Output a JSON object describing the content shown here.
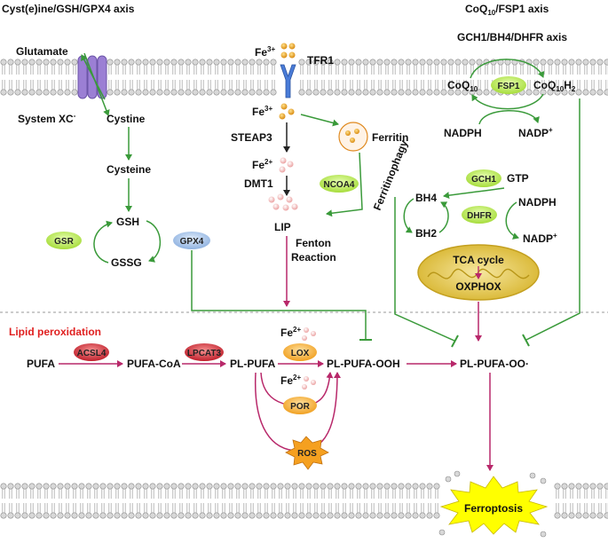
{
  "headings": {
    "left": "Cyst(e)ine/GSH/GPX4 axis",
    "right_main": "CoQ",
    "right_sub": "10",
    "right_tail": "/FSP1 axis",
    "gch1_axis": "GCH1/BH4/DHFR axis"
  },
  "cysteine_axis": {
    "glutamate": "Glutamate",
    "system_xc": "System XC",
    "system_xc_sup": "-",
    "cystine": "Cystine",
    "cysteine": "Cysteine",
    "gsh": "GSH",
    "gssg": "GSSG",
    "gsr": "GSR",
    "gpx4": "GPX4"
  },
  "iron_axis": {
    "fe3": "Fe",
    "fe3_sup": "3+",
    "tfr1": "TFR1",
    "fe3_inside": "Fe",
    "fe3_inside_sup": "3+",
    "steap3": "STEAP3",
    "fe2": "Fe",
    "fe2_sup": "2+",
    "dmt1": "DMT1",
    "lip": "LIP",
    "ferritin": "Ferritin",
    "ncoa4": "NCOA4",
    "ferritinophagy": "Ferritinophagy",
    "fenton_1": "Fenton",
    "fenton_2": "Reaction"
  },
  "coq_axis": {
    "coq10": "CoQ",
    "coq10_sub": "10",
    "fsp1": "FSP1",
    "coq10h2": "CoQ",
    "coq10h2_sub": "10",
    "coq10h2_h": "H",
    "coq10h2_h_sub": "2",
    "nadph": "NADPH",
    "nadp": "NADP",
    "nadp_sup": "+"
  },
  "gch1_axis": {
    "gch1": "GCH1",
    "gtp": "GTP",
    "bh4": "BH4",
    "bh2": "BH2",
    "dhfr": "DHFR",
    "nadph": "NADPH",
    "nadp": "NADP",
    "nadp_sup": "+",
    "tca": "TCA cycle",
    "oxphox": "OXPHOX"
  },
  "lipid": {
    "title": "Lipid peroxidation",
    "pufa": "PUFA",
    "acsl4": "ACSL4",
    "pufa_coa": "PUFA-CoA",
    "lpcat3": "LPCAT3",
    "pl_pufa": "PL-PUFA",
    "fe2_top": "Fe",
    "fe2_top_sup": "2+",
    "lox": "LOX",
    "fe2_mid": "Fe",
    "fe2_mid_sup": "2+",
    "por": "POR",
    "ros": "ROS",
    "pl_pufa_ooh": "PL-PUFA-OOH",
    "pl_pufa_oo": "PL-PUFA-OO·",
    "ferroptosis": "Ferroptosis"
  },
  "colors": {
    "green_arrow": "#3a9a3a",
    "red_arrow": "#b8286a",
    "black_arrow": "#222222",
    "iron_dot": "#e8a020",
    "fe2_dot": "#f3b6b6",
    "ferritin_fill": "#fff3e6",
    "ferritin_stroke": "#e08a20",
    "pill_green": "#c8f07a",
    "pill_red": "#d8404a",
    "pill_orange": "#f5a830",
    "pill_blue": "#a9c6ea",
    "mito_fill": "#e6c64a",
    "ros_fill": "#f5a020",
    "ferroptosis_fill": "#ffff00",
    "lipid_title": "#e02020"
  }
}
